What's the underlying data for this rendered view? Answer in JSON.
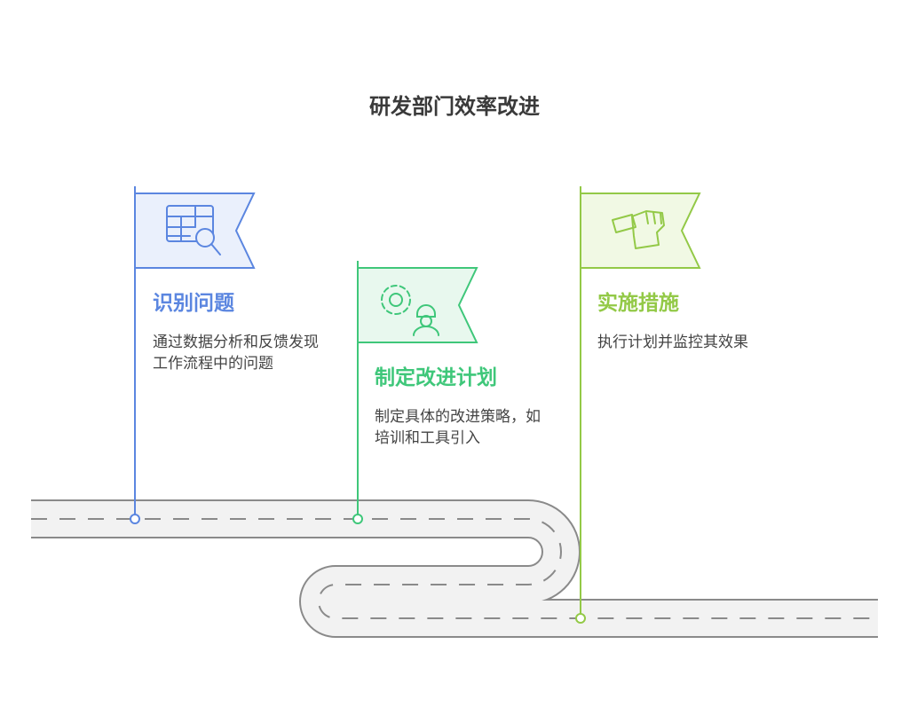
{
  "title": "研发部门效率改进",
  "colors": {
    "blue": "#5b86e0",
    "green": "#3fc77a",
    "lime": "#93c947",
    "road": "#f2f2f2",
    "roadEdge": "#8a8a8a"
  },
  "steps": [
    {
      "title": "识别问题",
      "desc": "通过数据分析和反馈发现工作流程中的问题",
      "icon": "spreadsheet-search-icon",
      "color": "#5b86e0"
    },
    {
      "title": "制定改进计划",
      "desc": "制定具体的改进策略，如培训和工具引入",
      "icon": "gear-worker-icon",
      "color": "#3fc77a"
    },
    {
      "title": "实施措施",
      "desc": "执行计划并监控其效果",
      "icon": "hand-pen-icon",
      "color": "#93c947"
    }
  ]
}
